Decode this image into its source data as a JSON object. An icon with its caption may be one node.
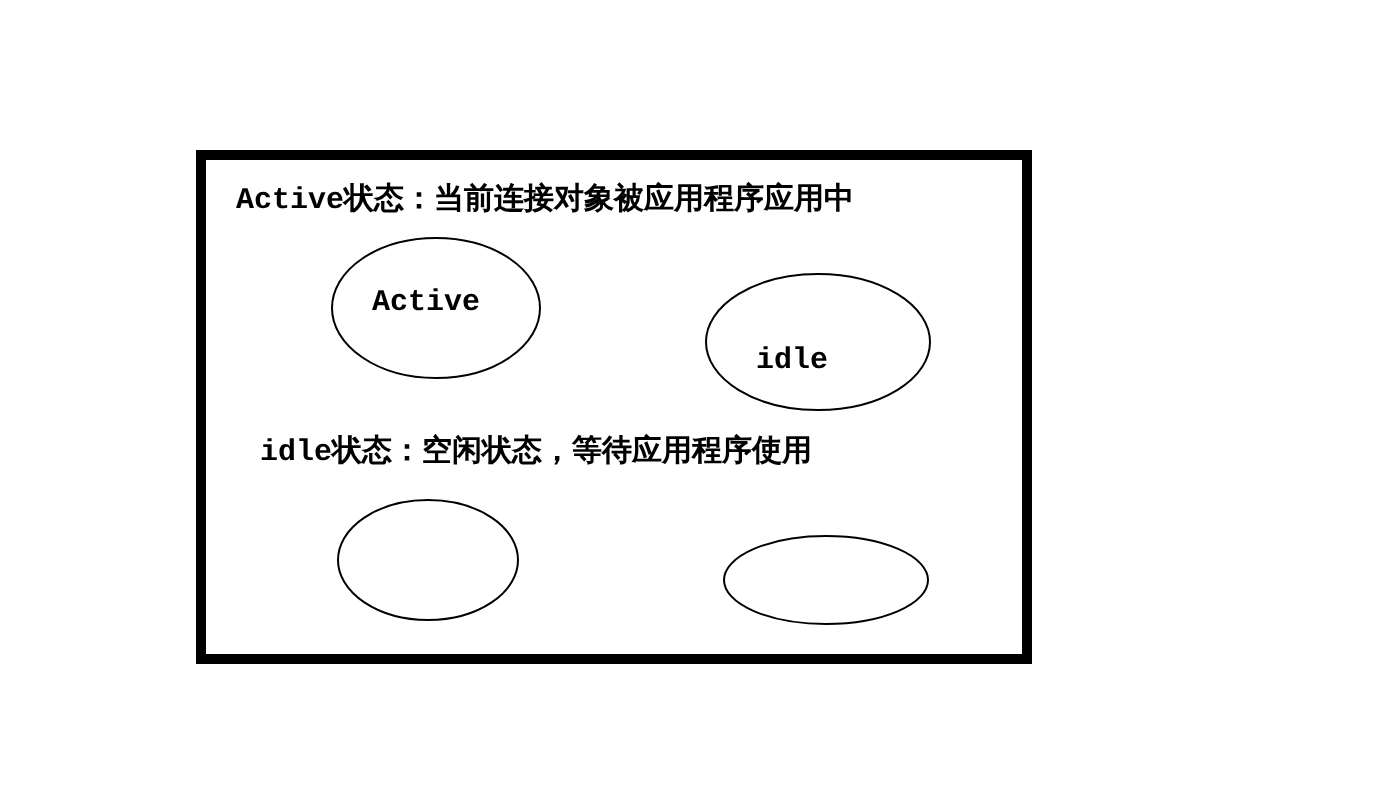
{
  "diagram": {
    "nodes": [
      {
        "text": [
          "Active状态：当前连接对象被应用程序应用中",
          "idle状态：空闲状态，等待应用程序使用"
        ]
      },
      {
        "text": [
          "Active"
        ],
        "in": 0
      },
      {
        "text": [
          "idle"
        ],
        "in": 0
      },
      {
        "text": [],
        "shape": "ellipse",
        "in": 0
      },
      {
        "text": [],
        "shape": "ellipse",
        "in": 0
      }
    ]
  }
}
